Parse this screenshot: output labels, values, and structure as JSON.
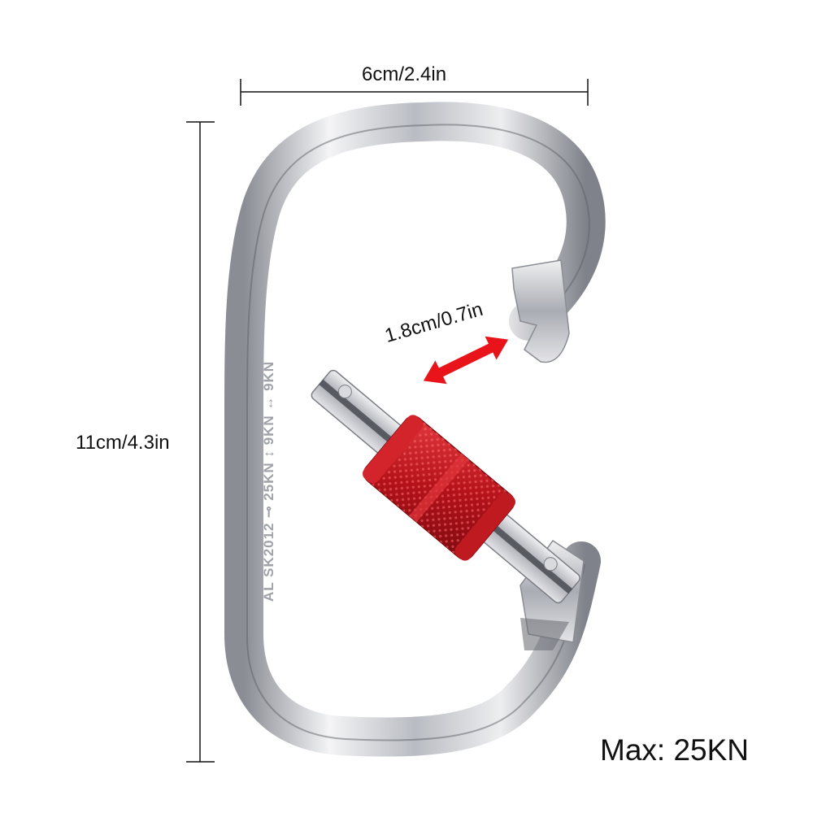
{
  "product": {
    "name": "Oval screw-lock carabiner",
    "colors": {
      "body": "#c8c8cc",
      "lock_sleeve": "#c8141e",
      "arrow": "#e8141a",
      "lines": "#111111"
    },
    "engraving": "AL SK2012 25KN 9KN 9KN"
  },
  "dimensions": {
    "width_label": "6cm/2.4in",
    "height_label": "11cm/4.3in",
    "gate_opening_label": "1.8cm/0.7in"
  },
  "rating": {
    "max_load_label": "Max: 25KN"
  }
}
